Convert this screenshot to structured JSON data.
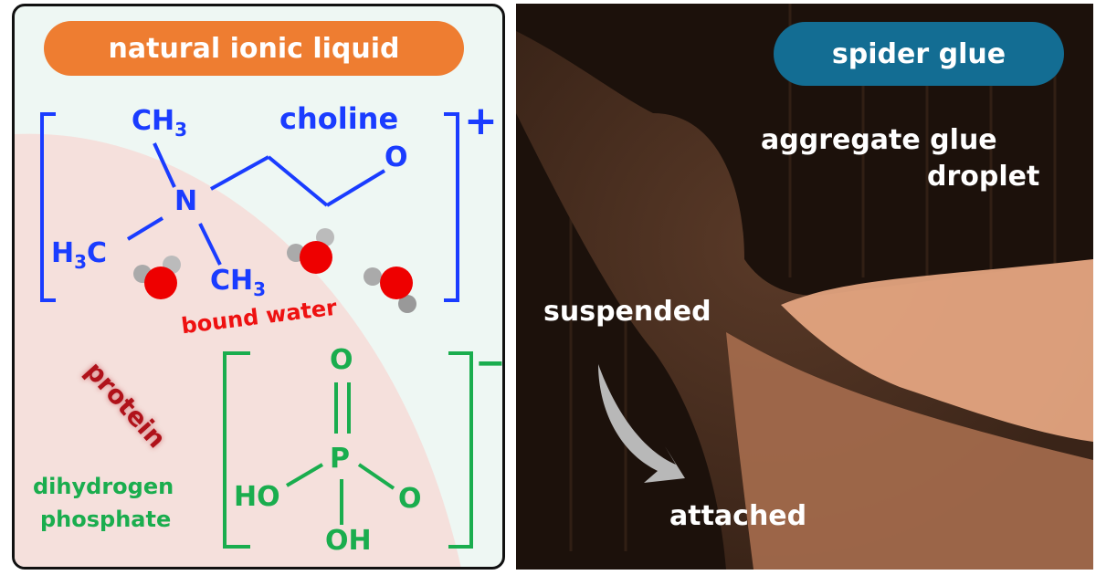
{
  "left_panel": {
    "title": "natural ionic liquid",
    "title_color": "#ee7d31",
    "cation": {
      "name": "choline",
      "charge": "+",
      "color": "#1a3cff",
      "atoms": {
        "n": "N",
        "o": "O",
        "ch3_top": "CH",
        "ch3_bottom": "CH",
        "h3c": "H",
        "h3c_c": "C",
        "sub3": "3"
      }
    },
    "bound_water_label": "bound water",
    "bound_water_color": "#ee1111",
    "protein_label": "protein",
    "protein_color": "#b0121a",
    "anion": {
      "name_line1": "dihydrogen",
      "name_line2": "phosphate",
      "charge": "−",
      "color": "#1aad4e",
      "atoms": {
        "p": "P",
        "o_top": "O",
        "o_right": "O",
        "ho_left": "HO",
        "oh_bottom": "OH"
      }
    }
  },
  "right_panel": {
    "title": "spider glue",
    "title_color": "#136d93",
    "labels": {
      "aggregate_line1": "aggregate glue",
      "aggregate_line2": "droplet",
      "suspended": "suspended",
      "attached": "attached"
    }
  }
}
